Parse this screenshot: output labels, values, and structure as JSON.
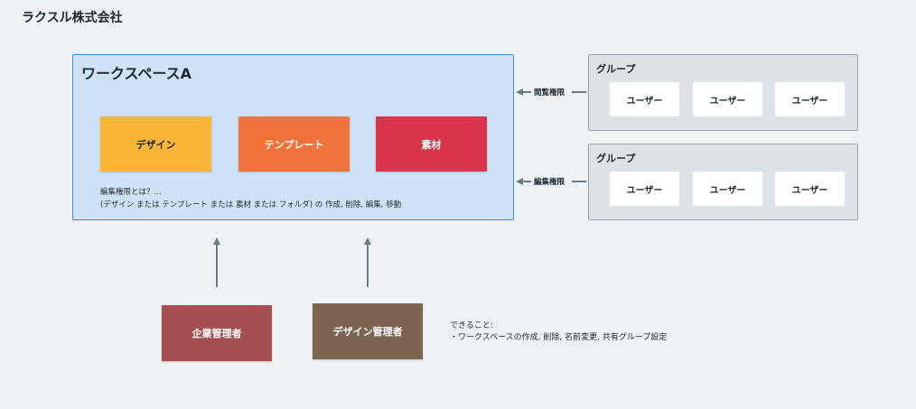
{
  "company": "ラクスル株式会社",
  "workspace": {
    "title": "ワークスペースA",
    "tiles": {
      "design": "デザイン",
      "template": "テンプレート",
      "material": "素材"
    },
    "note_line1": "編集権限とは？...",
    "note_line2": "(デザイン または テンプレート または 素材 または フォルダ) の 作成, 削除, 編集, 移動"
  },
  "groups": [
    {
      "title": "グループ",
      "users": [
        "ユーザー",
        "ユーザー",
        "ユーザー"
      ],
      "permission": "閲覧権限"
    },
    {
      "title": "グループ",
      "users": [
        "ユーザー",
        "ユーザー",
        "ユーザー"
      ],
      "permission": "編集権限"
    }
  ],
  "roles": {
    "company_admin": "企業管理者",
    "design_admin": "デザイン管理者"
  },
  "capabilities": {
    "title": "できること:",
    "item": "・ワークスペースの作成, 削除, 名前変更, 共有グループ設定"
  },
  "colors": {
    "workspace_bg": "#cfe2f5",
    "workspace_border": "#3d8ed8",
    "design": "#fbb537",
    "template": "#ef733a",
    "material": "#d9344c",
    "company_admin": "#a44f52",
    "design_admin": "#7b6550",
    "group_bg": "#dde2e6",
    "arrow": "#6b7a86"
  }
}
